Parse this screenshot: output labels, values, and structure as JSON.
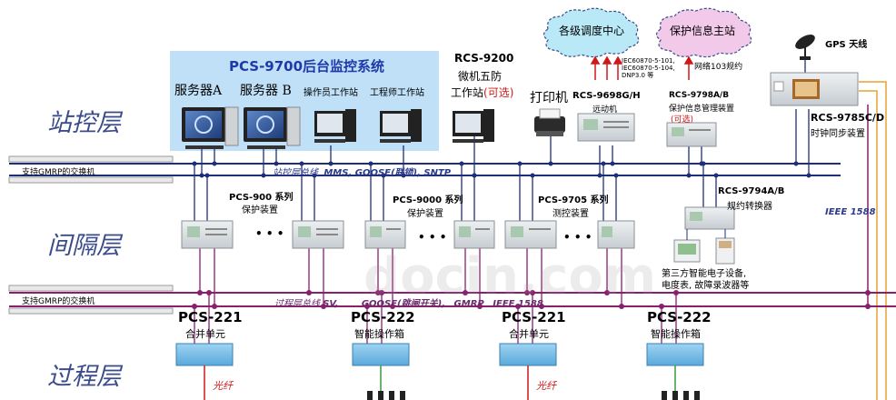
{
  "layers": {
    "station": "站控层",
    "bay": "间隔层",
    "process": "过程层"
  },
  "switch_labels": {
    "station": "支持GMRP的交换机",
    "process": "支持GMRP的交换机"
  },
  "backend": {
    "title": "PCS-9700后台监控系统",
    "server_a": "服务器A",
    "server_b": "服务器 B",
    "operator_ws": "操作员工作站",
    "engineer_ws": "工程师工作站"
  },
  "rcs9200": {
    "model": "RCS-9200",
    "line1": "微机五防",
    "line2": "工作站",
    "optional": "(可选)"
  },
  "printer": {
    "label": "打印机"
  },
  "clouds": {
    "dispatch": "各级调度中心",
    "protection_master": "保护信息主站"
  },
  "telecontrol": {
    "model": "RCS-9698G/H",
    "name": "远动机",
    "protocols": [
      "IEC60870-5-101,",
      "IEC60870-5-104,",
      "DNP3.0 等"
    ]
  },
  "protection_mgmt": {
    "model": "RCS-9798A/B",
    "name": "保护信息管理装置",
    "optional": "(可选)",
    "network_protocol": "网络103规约"
  },
  "gps": {
    "label": "GPS 天线"
  },
  "clock": {
    "model": "RCS-9785C/D",
    "name": "时钟同步装置"
  },
  "station_bus": {
    "name": "站控层总线",
    "protocols": "MMS, GOOSE(联锁), SNTP"
  },
  "process_bus": {
    "name": "过程层总线",
    "sv": "SV,",
    "goose": "GOOSE(跳闸开关),",
    "gmrp": "GMRP",
    "ieee": "IEEE 1588"
  },
  "ieee1588": "IEEE 1588",
  "bay_devices": [
    {
      "series": "PCS-900 系列",
      "name": "保护装置"
    },
    {
      "series": "PCS-9000 系列",
      "name": "保护装置"
    },
    {
      "series": "PCS-9705 系列",
      "name": "测控装置"
    }
  ],
  "converter": {
    "model": "RCS-9794A/B",
    "name": "规约转换器"
  },
  "third_party": {
    "line1": "第三方智能电子设备,",
    "line2": "电度表, 故障录波器等"
  },
  "ellipsis": "• • •",
  "process_units": [
    {
      "model": "PCS-221",
      "name": "合并单元"
    },
    {
      "model": "PCS-222",
      "name": "智能操作箱"
    },
    {
      "model": "PCS-221",
      "name": "合并单元"
    },
    {
      "model": "PCS-222",
      "name": "智能操作箱"
    }
  ],
  "fiber": "光纤",
  "watermark": "docin.com",
  "colors": {
    "bus_blue": "#1e2f7a",
    "bus_purple": "#8a1f6e",
    "panel": "#bfe0f7",
    "cloud": "#b9e9f6",
    "cloud_pink": "#f3c9ea"
  }
}
